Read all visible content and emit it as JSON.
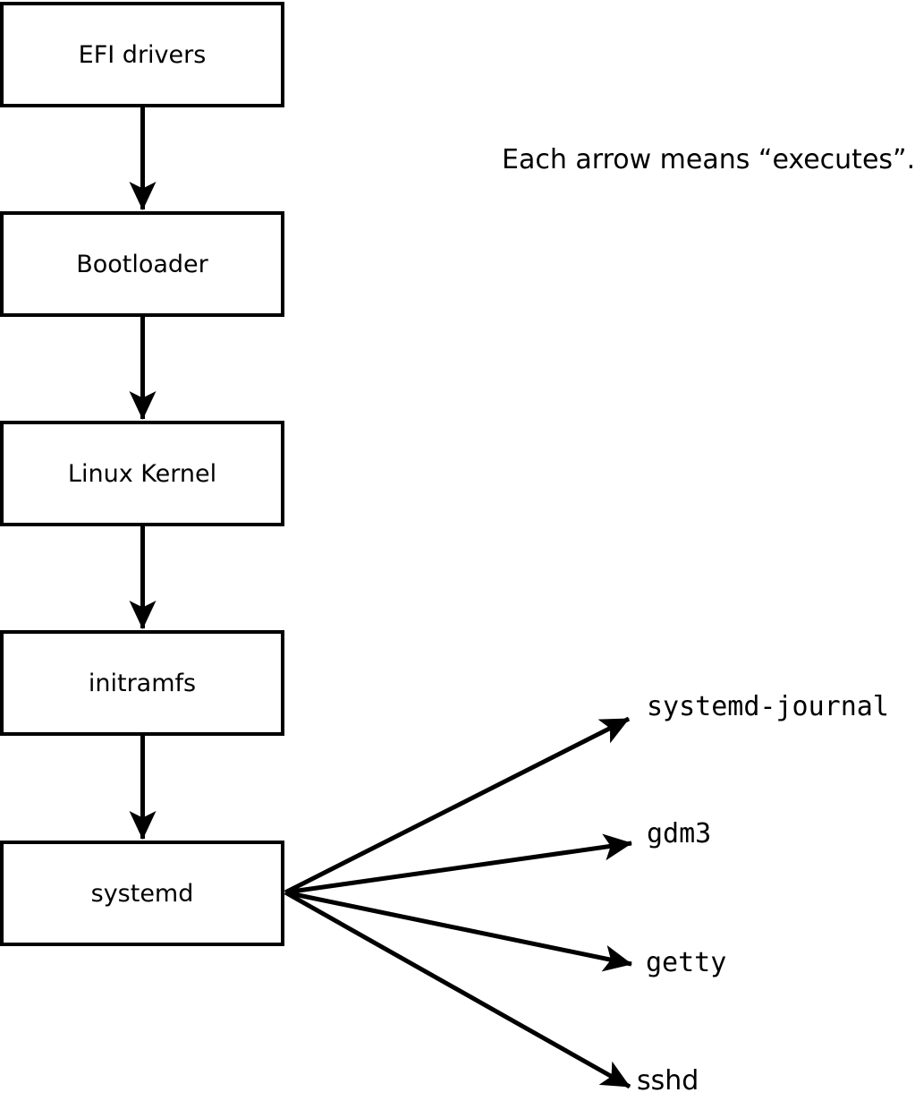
{
  "caption": "Each arrow means “executes”.",
  "boxes": [
    {
      "id": "efi-drivers",
      "label": "EFI drivers"
    },
    {
      "id": "bootloader",
      "label": "Bootloader"
    },
    {
      "id": "linux-kernel",
      "label": "Linux Kernel"
    },
    {
      "id": "initramfs",
      "label": "initramfs"
    },
    {
      "id": "systemd",
      "label": "systemd"
    }
  ],
  "processes": [
    {
      "id": "systemd-journal",
      "label": "systemd-journal"
    },
    {
      "id": "gdm3",
      "label": "gdm3"
    },
    {
      "id": "getty",
      "label": "getty"
    },
    {
      "id": "sshd",
      "label": "sshd"
    }
  ],
  "arrow_meaning": "executes",
  "colors": {
    "stroke": "#000000",
    "background": "#ffffff",
    "box_fill": "#ffffff"
  }
}
